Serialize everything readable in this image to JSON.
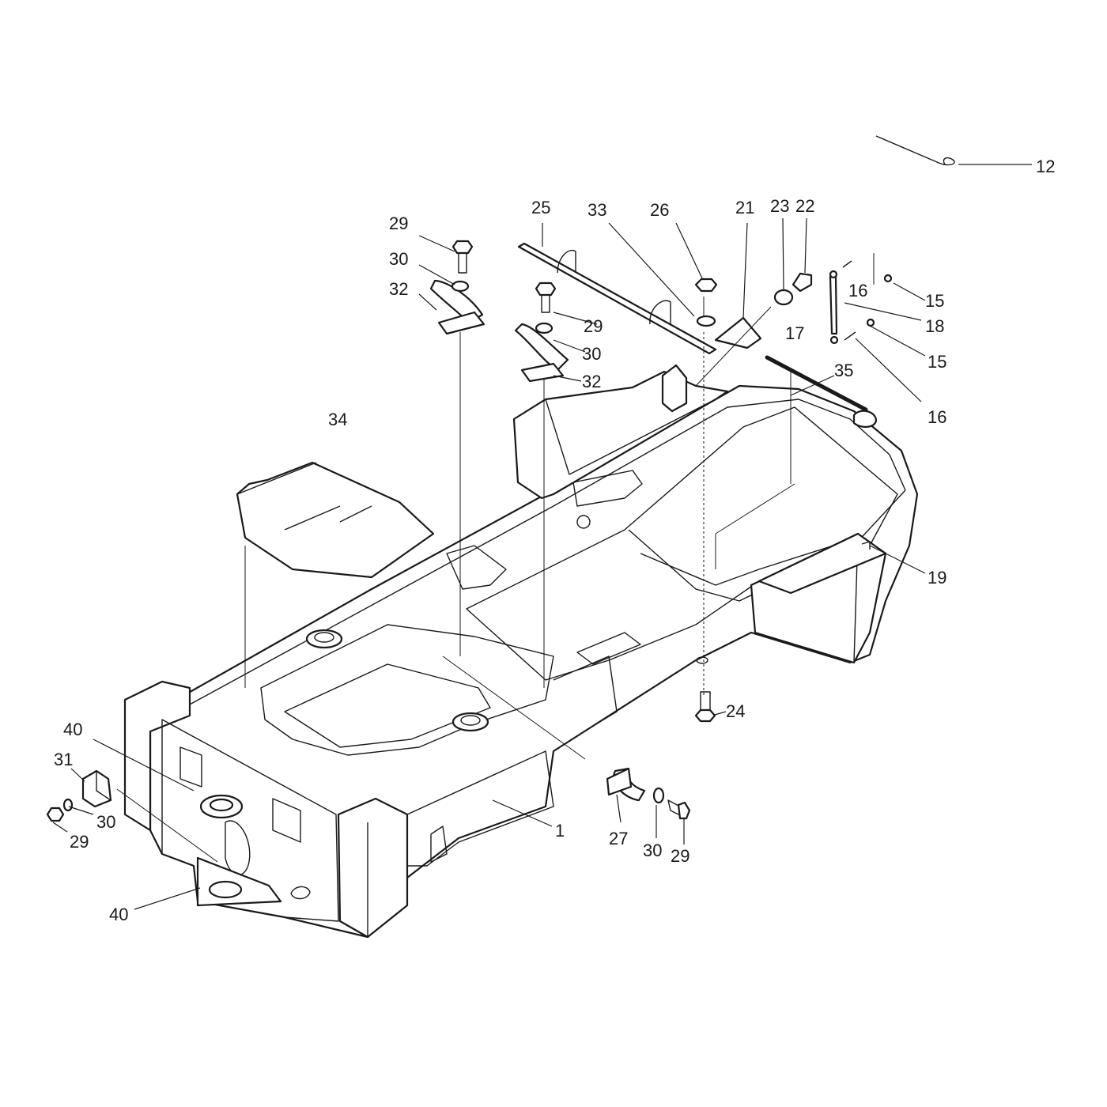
{
  "callouts": {
    "c1": "1",
    "c12": "12",
    "c15a": "15",
    "c15b": "15",
    "c16a": "16",
    "c16b": "16",
    "c17": "17",
    "c18": "18",
    "c19": "19",
    "c21": "21",
    "c22": "22",
    "c23": "23",
    "c24": "24",
    "c25": "25",
    "c26": "26",
    "c27": "27",
    "c29a": "29",
    "c29b": "29",
    "c29c": "29",
    "c29d": "29",
    "c30a": "30",
    "c30b": "30",
    "c30c": "30",
    "c30d": "30",
    "c31": "31",
    "c32a": "32",
    "c32b": "32",
    "c33": "33",
    "c34": "34",
    "c35": "35",
    "c40a": "40",
    "c40b": "40"
  },
  "colors": {
    "line": "#1a1a1a",
    "background": "#ffffff",
    "shade": "#ececec"
  }
}
